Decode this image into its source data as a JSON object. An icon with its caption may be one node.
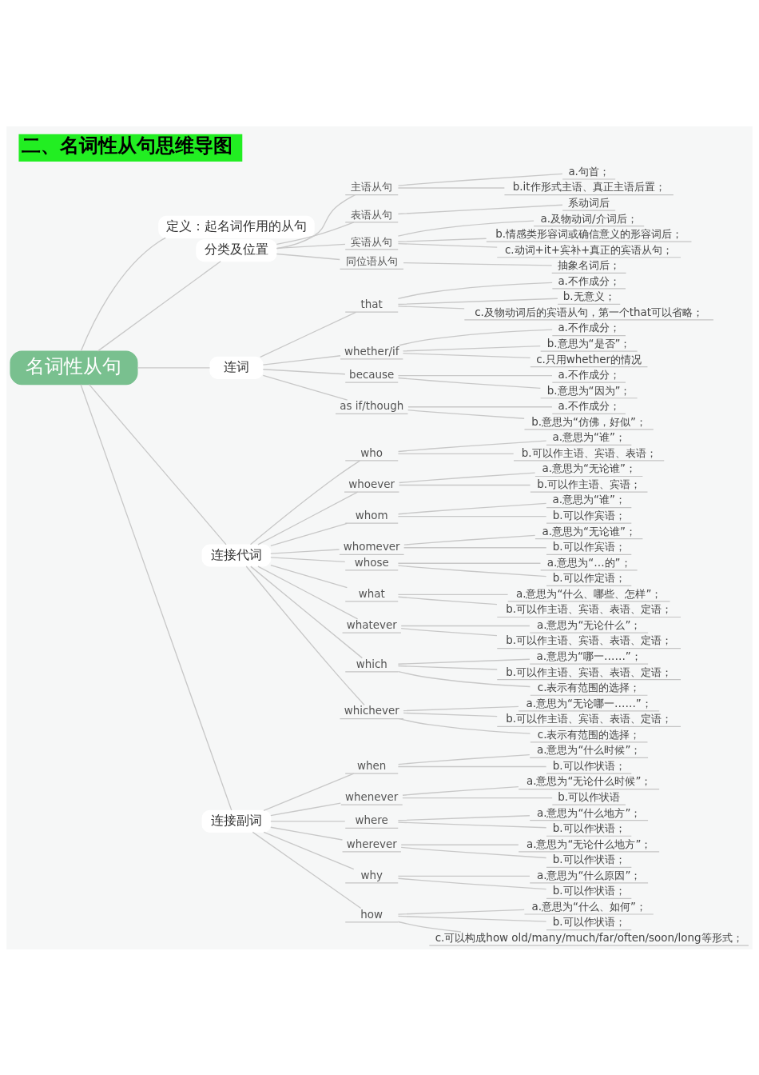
{
  "diagram": {
    "title": "二、名词性从句思维导图",
    "nodes": [
      {
        "text": [
          "名词性从句"
        ]
      },
      {
        "text": [
          "定义：起名词作用的从句"
        ]
      },
      {
        "text": [
          "分类及位置"
        ]
      },
      {
        "text": [
          "主语从句"
        ]
      },
      {
        "text": [
          "a.句首；"
        ]
      },
      {
        "text": [
          "b.it作形式主语、真正主语后置；"
        ]
      },
      {
        "text": [
          "表语从句"
        ]
      },
      {
        "text": [
          "系动词后"
        ]
      },
      {
        "text": [
          "宾语从句"
        ]
      },
      {
        "text": [
          "a.及物动词/介词后；"
        ]
      },
      {
        "text": [
          "b.情感类形容词或确信意义的形容词后；"
        ]
      },
      {
        "text": [
          "c.动词+it+宾补+真正的宾语从句；"
        ]
      },
      {
        "text": [
          "同位语从句"
        ]
      },
      {
        "text": [
          "抽象名词后；"
        ]
      },
      {
        "text": [
          "连词"
        ]
      },
      {
        "text": [
          "that"
        ]
      },
      {
        "text": [
          "a.不作成分；"
        ]
      },
      {
        "text": [
          "b.无意义；"
        ]
      },
      {
        "text": [
          "c.及物动词后的宾语从句，第一个that可以省略；"
        ]
      },
      {
        "text": [
          "whether/if"
        ]
      },
      {
        "text": [
          "a.不作成分；"
        ]
      },
      {
        "text": [
          "b.意思为“是否”；"
        ]
      },
      {
        "text": [
          "c.只用whether的情况"
        ]
      },
      {
        "text": [
          "because"
        ]
      },
      {
        "text": [
          "a.不作成分；"
        ]
      },
      {
        "text": [
          "b.意思为“因为”；"
        ]
      },
      {
        "text": [
          "as if/though"
        ]
      },
      {
        "text": [
          "a.不作成分；"
        ]
      },
      {
        "text": [
          "b.意思为“仿佛，好似”；"
        ]
      },
      {
        "text": [
          "连接代词"
        ]
      },
      {
        "text": [
          "who"
        ]
      },
      {
        "text": [
          "a.意思为“谁”；"
        ]
      },
      {
        "text": [
          "b.可以作主语、宾语、表语；"
        ]
      },
      {
        "text": [
          "whoever"
        ]
      },
      {
        "text": [
          "a.意思为“无论谁”；"
        ]
      },
      {
        "text": [
          "b.可以作主语、宾语；"
        ]
      },
      {
        "text": [
          "whom"
        ]
      },
      {
        "text": [
          "a.意思为“谁”；"
        ]
      },
      {
        "text": [
          "b.可以作宾语；"
        ]
      },
      {
        "text": [
          "whomever"
        ]
      },
      {
        "text": [
          "a.意思为“无论谁”；"
        ]
      },
      {
        "text": [
          "b.可以作宾语；"
        ]
      },
      {
        "text": [
          "whose"
        ]
      },
      {
        "text": [
          "a.意思为“…的”；"
        ]
      },
      {
        "text": [
          "b.可以作定语；"
        ]
      },
      {
        "text": [
          "what"
        ]
      },
      {
        "text": [
          "a.意思为“什么、哪些、怎样”；"
        ]
      },
      {
        "text": [
          "b.可以作主语、宾语、表语、定语；"
        ]
      },
      {
        "text": [
          "whatever"
        ]
      },
      {
        "text": [
          "a.意思为“无论什么”；"
        ]
      },
      {
        "text": [
          "b.可以作主语、宾语、表语、定语；"
        ]
      },
      {
        "text": [
          "which"
        ]
      },
      {
        "text": [
          "a.意思为“哪一……”；"
        ]
      },
      {
        "text": [
          "b.可以作主语、宾语、表语、定语；"
        ]
      },
      {
        "text": [
          "c.表示有范围的选择；"
        ]
      },
      {
        "text": [
          "whichever"
        ]
      },
      {
        "text": [
          "a.意思为“无论哪一……”；"
        ]
      },
      {
        "text": [
          "b.可以作主语、宾语、表语、定语；"
        ]
      },
      {
        "text": [
          "c.表示有范围的选择；"
        ]
      },
      {
        "text": [
          "连接副词"
        ]
      },
      {
        "text": [
          "when"
        ]
      },
      {
        "text": [
          "a.意思为“什么时候”；"
        ]
      },
      {
        "text": [
          "b.可以作状语；"
        ]
      },
      {
        "text": [
          "whenever"
        ]
      },
      {
        "text": [
          "a.意思为“无论什么时候”；"
        ]
      },
      {
        "text": [
          "b.可以作状语"
        ]
      },
      {
        "text": [
          "where"
        ]
      },
      {
        "text": [
          "a.意思为“什么地方”；"
        ]
      },
      {
        "text": [
          "b.可以作状语；"
        ]
      },
      {
        "text": [
          "wherever"
        ]
      },
      {
        "text": [
          "a.意思为“无论什么地方”；"
        ]
      },
      {
        "text": [
          "b.可以作状语；"
        ]
      },
      {
        "text": [
          "why"
        ]
      },
      {
        "text": [
          "a.意思为“什么原因”；"
        ]
      },
      {
        "text": [
          "b.可以作状语；"
        ]
      },
      {
        "text": [
          "how"
        ]
      },
      {
        "text": [
          "a.意思为“什么、如何”；"
        ]
      },
      {
        "text": [
          "b.可以作状语；"
        ]
      },
      {
        "text": [
          "c.可以构成how old/many/much/far/often/soon/long等形式；"
        ]
      }
    ],
    "edges": [
      {
        "from": 0,
        "to": 1,
        "arrow": "none"
      },
      {
        "from": 0,
        "to": 2,
        "arrow": "none"
      },
      {
        "from": 2,
        "to": 3,
        "arrow": "none"
      },
      {
        "from": 3,
        "to": 4,
        "arrow": "none"
      },
      {
        "from": 3,
        "to": 5,
        "arrow": "none"
      },
      {
        "from": 2,
        "to": 6,
        "arrow": "none"
      },
      {
        "from": 6,
        "to": 7,
        "arrow": "none"
      },
      {
        "from": 2,
        "to": 8,
        "arrow": "none"
      },
      {
        "from": 8,
        "to": 9,
        "arrow": "none"
      },
      {
        "from": 8,
        "to": 10,
        "arrow": "none"
      },
      {
        "from": 8,
        "to": 11,
        "arrow": "none"
      },
      {
        "from": 2,
        "to": 12,
        "arrow": "none"
      },
      {
        "from": 12,
        "to": 13,
        "arrow": "none"
      },
      {
        "from": 0,
        "to": 14,
        "arrow": "none"
      },
      {
        "from": 14,
        "to": 15,
        "arrow": "none"
      },
      {
        "from": 15,
        "to": 16,
        "arrow": "none"
      },
      {
        "from": 15,
        "to": 17,
        "arrow": "none"
      },
      {
        "from": 15,
        "to": 18,
        "arrow": "none"
      },
      {
        "from": 14,
        "to": 19,
        "arrow": "none"
      },
      {
        "from": 19,
        "to": 20,
        "arrow": "none"
      },
      {
        "from": 19,
        "to": 21,
        "arrow": "none"
      },
      {
        "from": 19,
        "to": 22,
        "arrow": "none"
      },
      {
        "from": 14,
        "to": 23,
        "arrow": "none"
      },
      {
        "from": 23,
        "to": 24,
        "arrow": "none"
      },
      {
        "from": 23,
        "to": 25,
        "arrow": "none"
      },
      {
        "from": 14,
        "to": 26,
        "arrow": "none"
      },
      {
        "from": 26,
        "to": 27,
        "arrow": "none"
      },
      {
        "from": 26,
        "to": 28,
        "arrow": "none"
      },
      {
        "from": 0,
        "to": 29,
        "arrow": "none"
      },
      {
        "from": 29,
        "to": 30,
        "arrow": "none"
      },
      {
        "from": 30,
        "to": 31,
        "arrow": "none"
      },
      {
        "from": 30,
        "to": 32,
        "arrow": "none"
      },
      {
        "from": 29,
        "to": 33,
        "arrow": "none"
      },
      {
        "from": 33,
        "to": 34,
        "arrow": "none"
      },
      {
        "from": 33,
        "to": 35,
        "arrow": "none"
      },
      {
        "from": 29,
        "to": 36,
        "arrow": "none"
      },
      {
        "from": 36,
        "to": 37,
        "arrow": "none"
      },
      {
        "from": 36,
        "to": 38,
        "arrow": "none"
      },
      {
        "from": 29,
        "to": 39,
        "arrow": "none"
      },
      {
        "from": 39,
        "to": 40,
        "arrow": "none"
      },
      {
        "from": 39,
        "to": 41,
        "arrow": "none"
      },
      {
        "from": 29,
        "to": 42,
        "arrow": "none"
      },
      {
        "from": 42,
        "to": 43,
        "arrow": "none"
      },
      {
        "from": 42,
        "to": 44,
        "arrow": "none"
      },
      {
        "from": 29,
        "to": 45,
        "arrow": "none"
      },
      {
        "from": 45,
        "to": 46,
        "arrow": "none"
      },
      {
        "from": 45,
        "to": 47,
        "arrow": "none"
      },
      {
        "from": 29,
        "to": 48,
        "arrow": "none"
      },
      {
        "from": 48,
        "to": 49,
        "arrow": "none"
      },
      {
        "from": 48,
        "to": 50,
        "arrow": "none"
      },
      {
        "from": 29,
        "to": 51,
        "arrow": "none"
      },
      {
        "from": 51,
        "to": 52,
        "arrow": "none"
      },
      {
        "from": 51,
        "to": 53,
        "arrow": "none"
      },
      {
        "from": 51,
        "to": 54,
        "arrow": "none"
      },
      {
        "from": 29,
        "to": 55,
        "arrow": "none"
      },
      {
        "from": 55,
        "to": 56,
        "arrow": "none"
      },
      {
        "from": 55,
        "to": 57,
        "arrow": "none"
      },
      {
        "from": 55,
        "to": 58,
        "arrow": "none"
      },
      {
        "from": 0,
        "to": 59,
        "arrow": "none"
      },
      {
        "from": 59,
        "to": 60,
        "arrow": "none"
      },
      {
        "from": 60,
        "to": 61,
        "arrow": "none"
      },
      {
        "from": 60,
        "to": 62,
        "arrow": "none"
      },
      {
        "from": 59,
        "to": 63,
        "arrow": "none"
      },
      {
        "from": 63,
        "to": 64,
        "arrow": "none"
      },
      {
        "from": 63,
        "to": 65,
        "arrow": "none"
      },
      {
        "from": 59,
        "to": 66,
        "arrow": "none"
      },
      {
        "from": 66,
        "to": 67,
        "arrow": "none"
      },
      {
        "from": 66,
        "to": 68,
        "arrow": "none"
      },
      {
        "from": 59,
        "to": 69,
        "arrow": "none"
      },
      {
        "from": 69,
        "to": 70,
        "arrow": "none"
      },
      {
        "from": 69,
        "to": 71,
        "arrow": "none"
      },
      {
        "from": 59,
        "to": 72,
        "arrow": "none"
      },
      {
        "from": 72,
        "to": 73,
        "arrow": "none"
      },
      {
        "from": 72,
        "to": 74,
        "arrow": "none"
      },
      {
        "from": 59,
        "to": 75,
        "arrow": "none"
      },
      {
        "from": 75,
        "to": 76,
        "arrow": "none"
      },
      {
        "from": 75,
        "to": 77,
        "arrow": "none"
      },
      {
        "from": 75,
        "to": 78,
        "arrow": "none"
      }
    ]
  }
}
